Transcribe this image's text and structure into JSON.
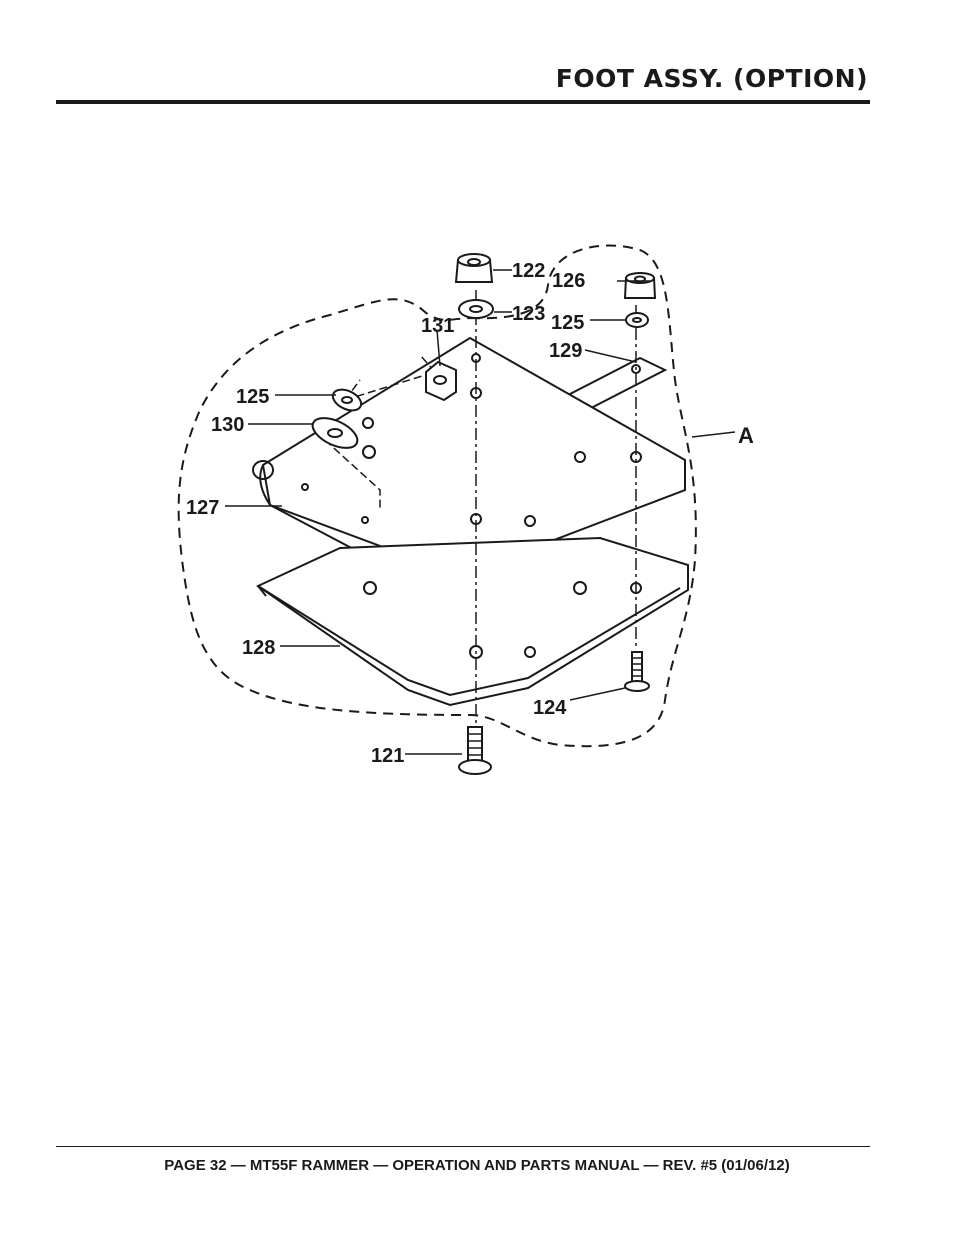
{
  "header": {
    "title": "FOOT ASSY. (OPTION)"
  },
  "diagram": {
    "callouts": {
      "p121": "121",
      "p122": "122",
      "p123": "123",
      "p124": "124",
      "p125a": "125",
      "p125b": "125",
      "p126": "126",
      "p127": "127",
      "p128": "128",
      "p129": "129",
      "p130": "130",
      "p131": "131",
      "assembly": "A"
    }
  },
  "footer": {
    "text": "PAGE 32 — MT55F RAMMER — OPERATION AND PARTS MANUAL — REV. #5 (01/06/12)"
  }
}
